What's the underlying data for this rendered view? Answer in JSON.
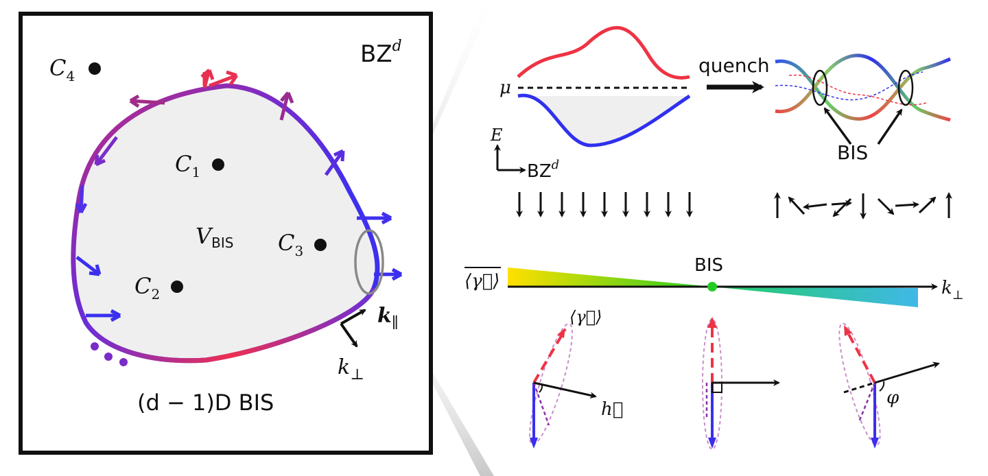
{
  "colors": {
    "red": "#ee3344",
    "purple": "#8a2fa8",
    "blue": "#3a2fee",
    "grey_fill": "#efefef",
    "green_dot": "#22cc22"
  },
  "left_panel": {
    "bz_label": "BZ",
    "bz_sup": "d",
    "charges": [
      {
        "name": "C",
        "sub": "4"
      },
      {
        "name": "C",
        "sub": "1"
      },
      {
        "name": "C",
        "sub": "3"
      },
      {
        "name": "C",
        "sub": "2"
      }
    ],
    "region_label": "V",
    "region_sub": "BIS",
    "k_parallel": "k",
    "k_parallel_sub": "∥",
    "k_perp": "k",
    "k_perp_sub": "⊥",
    "bottom_label": "(d − 1)D BIS"
  },
  "right_panel": {
    "mu_label": "μ",
    "quench_label": "quench",
    "energy_axis": "E",
    "bz_axis": "BZ",
    "bz_axis_sup": "d",
    "bis_label_top": "BIS",
    "gamma_avg_label": "⟨γ⃗⟩",
    "bis_label_axis": "BIS",
    "k_perp_axis": "k",
    "k_perp_axis_sub": "⊥",
    "gamma_vec_label": "⟨γ⃗⟩",
    "h_label": "h⃗",
    "phi_label": "φ"
  }
}
